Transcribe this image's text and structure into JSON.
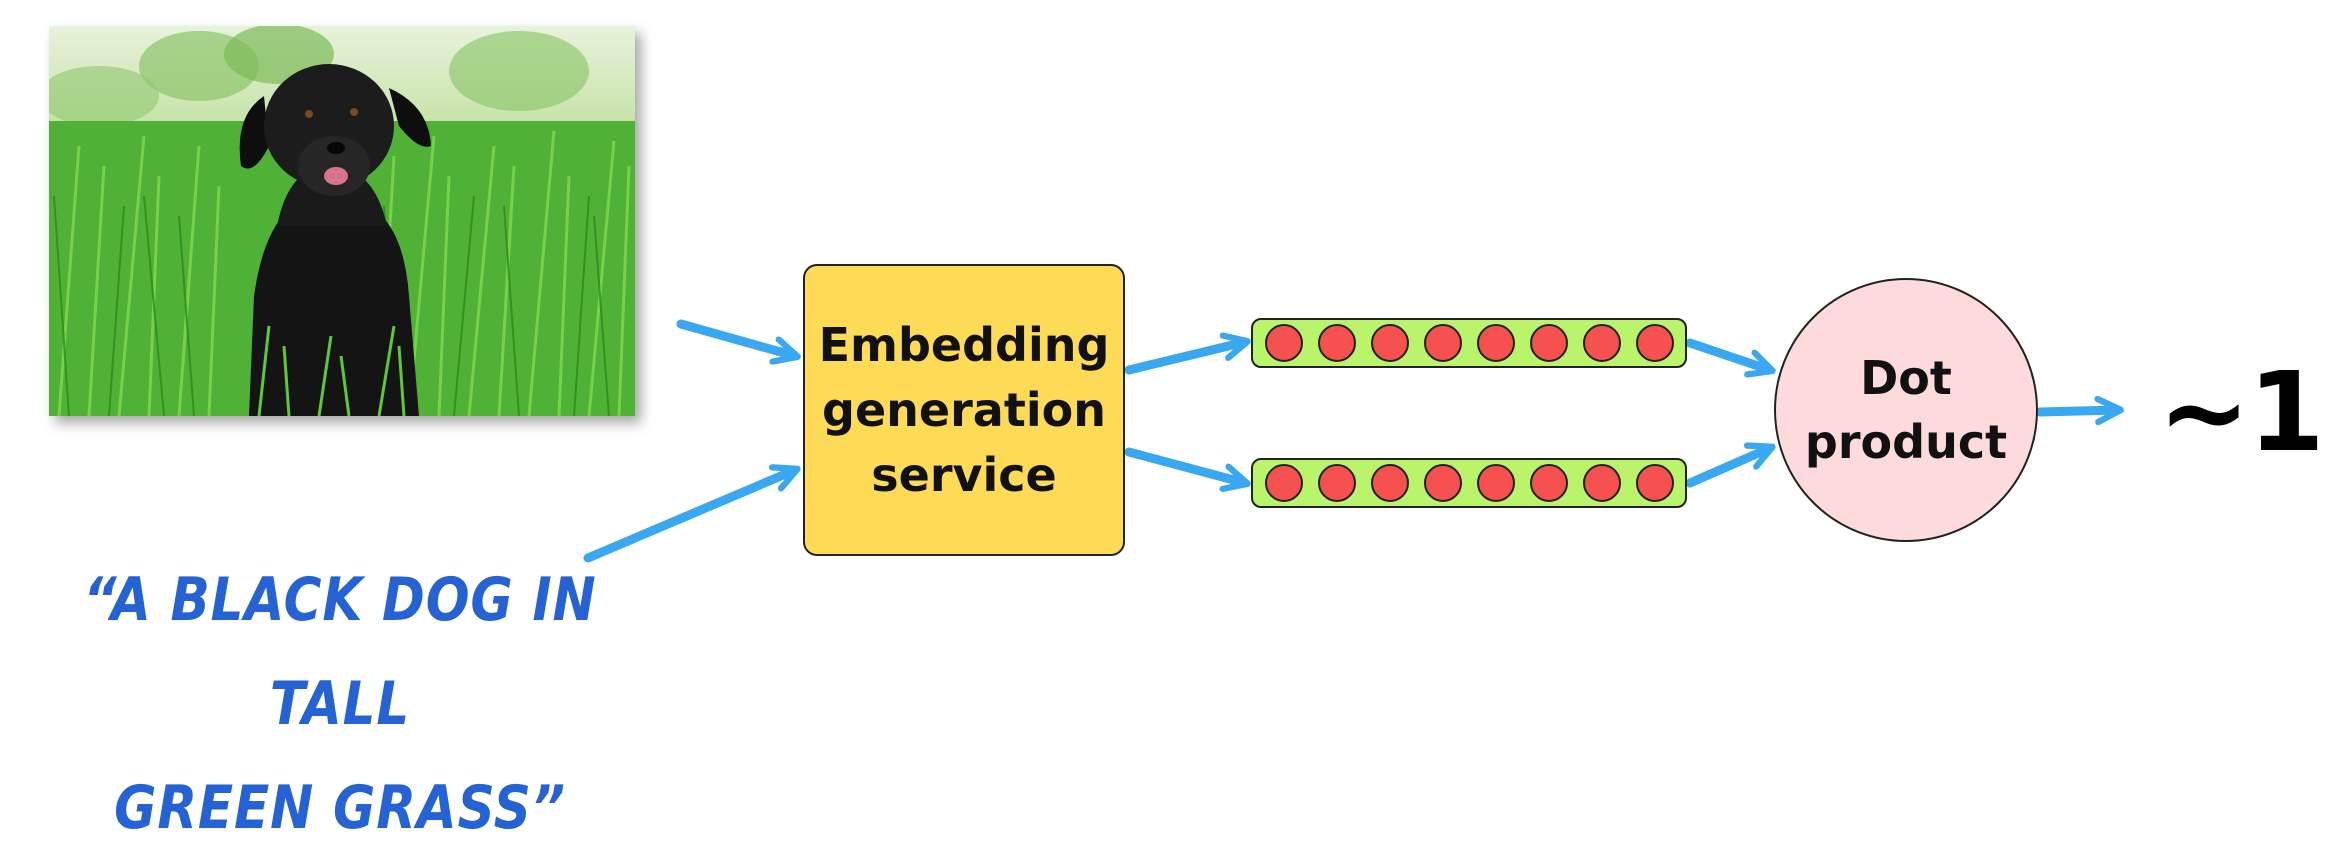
{
  "diagram": {
    "text_prompt": "“A BLACK DOG IN TALL\nGREEN GRASS”",
    "service_label": "Embedding\ngeneration\nservice",
    "operation_label": "Dot\nproduct",
    "result": "~1",
    "vector_length": 8,
    "colors": {
      "arrow": "#3aa8f0",
      "service_box": "#fddb57",
      "vector_bar": "#b9f46b",
      "vector_cell": "#f5514f",
      "operation_circle": "#fddadc",
      "caption": "#2563d4"
    }
  }
}
